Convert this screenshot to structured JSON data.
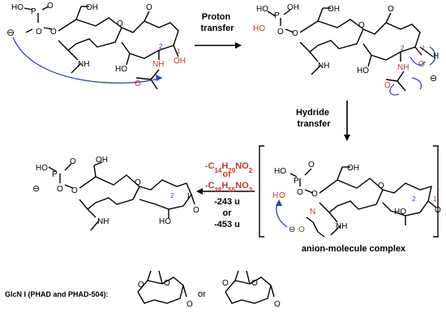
{
  "arrows": {
    "proton_transfer": "Proton\ntransfer",
    "hydride_transfer": "Hydride\ntransfer"
  },
  "loss": {
    "line1": "-C14H29NO2",
    "or1": "or",
    "line2": "-C28H55NO3",
    "mass1": "-243 u",
    "or2": "or",
    "mass2": "-453 u"
  },
  "complex_label": "anion-molecule complex",
  "glcn_label": "GlcN I (PHAD and PHAD-504):",
  "glcn_or": "or",
  "atoms": {
    "P": "P",
    "O": "O",
    "OH": "OH",
    "HO": "HO",
    "NH": "NH",
    "H": "H",
    "N": "N",
    "num1": "1",
    "num2": "2",
    "minus": "⊖"
  },
  "colors": {
    "bond": "#000000",
    "red": "#c0392b",
    "blue": "#2b3fb8",
    "highlight": "#f7d3d3"
  }
}
